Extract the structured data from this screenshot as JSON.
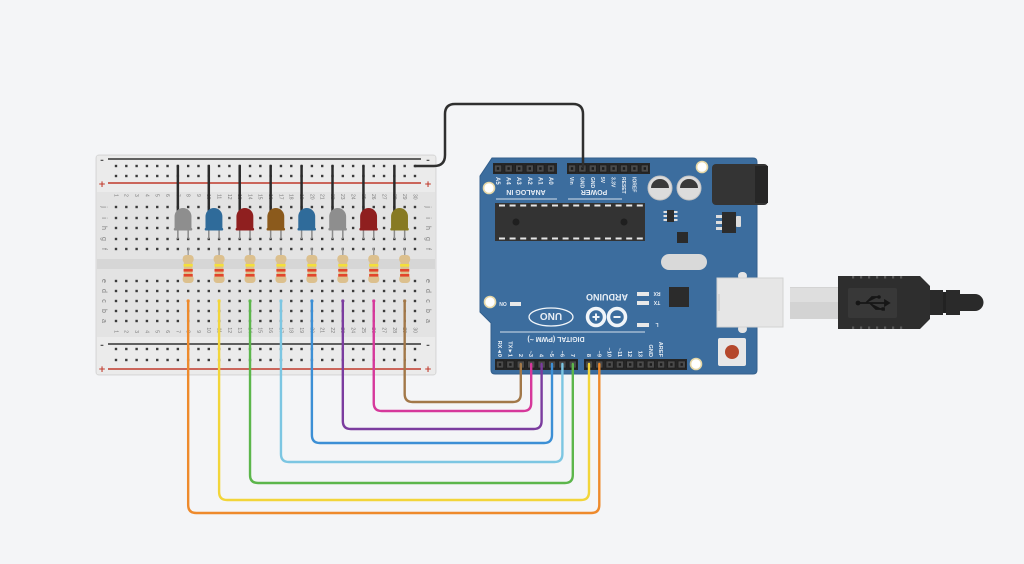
{
  "canvas": {
    "background": "#f4f5f7"
  },
  "breadboard": {
    "rail_minus": "-",
    "rail_plus": "+",
    "rail_colors": {
      "minus": "#333333",
      "plus": "#c0392b"
    },
    "rows_top": [
      "j",
      "i",
      "h",
      "g",
      "f"
    ],
    "rows_bottom": [
      "e",
      "d",
      "c",
      "b",
      "a"
    ],
    "column_numbers": [
      "1",
      "2",
      "3",
      "4",
      "5",
      "6",
      "7",
      "8",
      "9",
      "10",
      "11",
      "12",
      "13",
      "14",
      "15",
      "16",
      "17",
      "18",
      "19",
      "20",
      "21",
      "22",
      "23",
      "24",
      "25",
      "26",
      "27",
      "28",
      "29",
      "30"
    ]
  },
  "leds": [
    {
      "color": "#8e8e8e",
      "column": 7
    },
    {
      "color": "#2f6b9a",
      "column": 10
    },
    {
      "color": "#8f1f1f",
      "column": 13
    },
    {
      "color": "#8b5a1c",
      "column": 16
    },
    {
      "color": "#2f6b9a",
      "column": 19
    },
    {
      "color": "#8e8e8e",
      "column": 22
    },
    {
      "color": "#8f1f1f",
      "column": 25
    },
    {
      "color": "#877a23",
      "column": 28
    }
  ],
  "led_wire_color": "#2b2b2b",
  "resistors": {
    "body_color": "#dcc08e",
    "bands": [
      "#f3e03a",
      "#e2452b",
      "#e2452b"
    ],
    "columns": [
      8,
      11,
      14,
      17,
      20,
      23,
      26,
      29
    ]
  },
  "wires": [
    {
      "color": "#ee8a2c",
      "from_column": 8,
      "to_pin": "~9"
    },
    {
      "color": "#f2d53a",
      "from_column": 11,
      "to_pin": "8"
    },
    {
      "color": "#5cb64b",
      "from_column": 14,
      "to_pin": "7"
    },
    {
      "color": "#7cc6e2",
      "from_column": 17,
      "to_pin": "~6"
    },
    {
      "color": "#3c8fd5",
      "from_column": 20,
      "to_pin": "~5"
    },
    {
      "color": "#7b3c9f",
      "from_column": 23,
      "to_pin": "4"
    },
    {
      "color": "#d6389b",
      "from_column": 26,
      "to_pin": "~3"
    },
    {
      "color": "#a27849",
      "from_column": 29,
      "to_pin": "2"
    }
  ],
  "ground_wire": {
    "color": "#2f2f2f",
    "from": "top - rail",
    "to_pin": "GND"
  },
  "arduino": {
    "board_color": "#3c6d9e",
    "brand": "ARDUINO",
    "model": "UNO",
    "analog_label": "ANALOG IN",
    "power_label": "POWER",
    "digital_label": "DIGITAL (PWM ~)",
    "analog_pins": [
      "A5",
      "A4",
      "A3",
      "A2",
      "A1",
      "A0"
    ],
    "power_pins": [
      "Vin",
      "GND",
      "GND",
      "5V",
      "3.3V",
      "RESET",
      "IOREF"
    ],
    "digital_pins": [
      "RX◄0",
      "TX►1",
      "2",
      "~3",
      "4",
      "~5",
      "~6",
      "7",
      "8",
      "~9",
      "~10",
      "~11",
      "12",
      "13",
      "GND",
      "AREF"
    ],
    "status_leds": [
      "RX",
      "TX",
      "L"
    ],
    "power_led": "ON",
    "reset_button_color": "#b5482c"
  },
  "usb_cable": {
    "plug_color": "#2e2e2e",
    "icon": "usb-icon"
  }
}
